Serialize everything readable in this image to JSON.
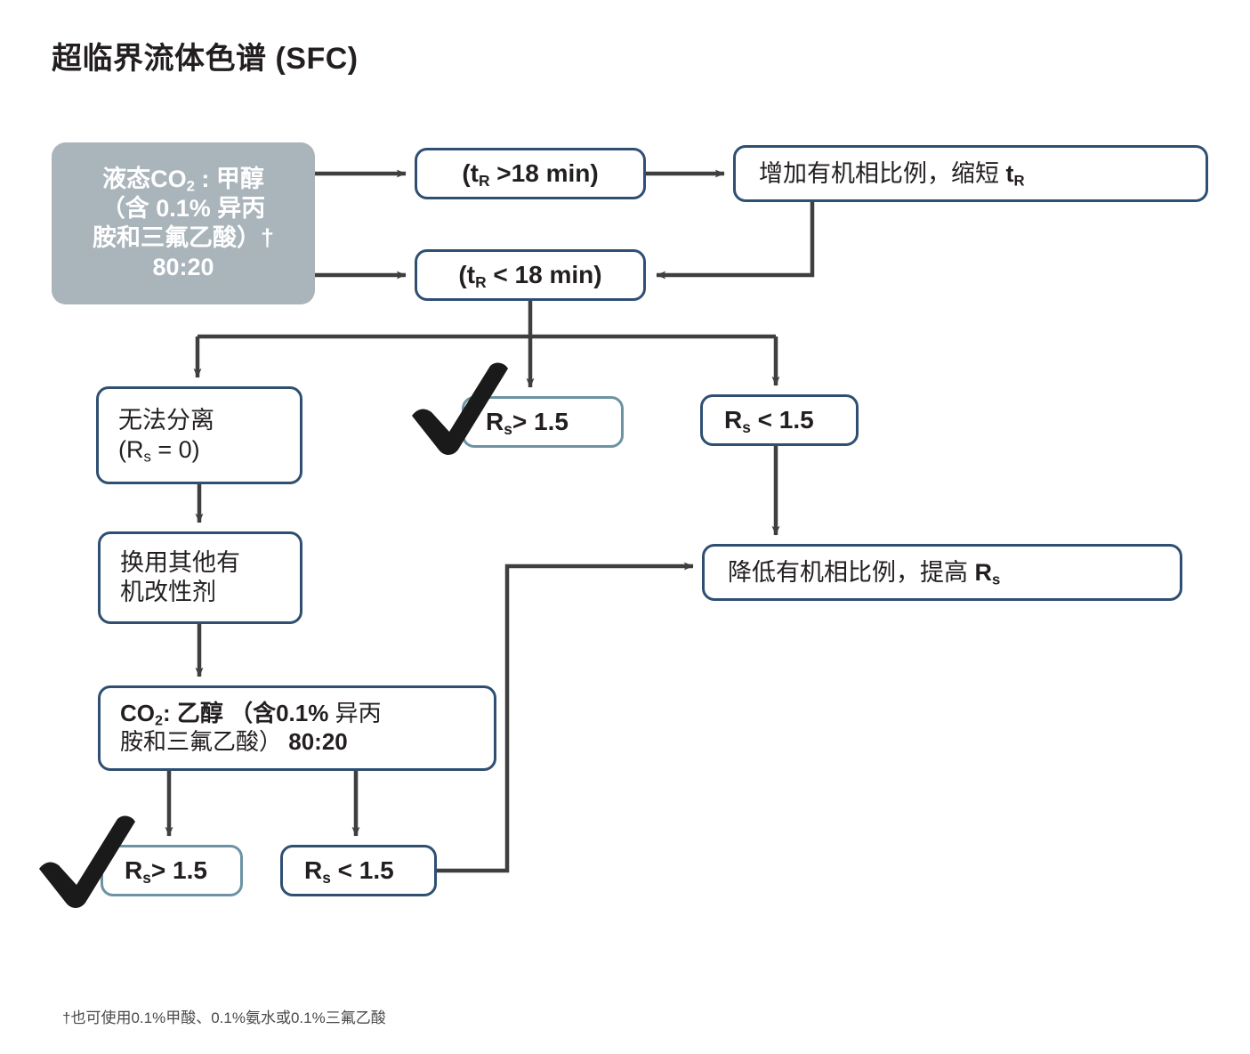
{
  "title": "超临界流体色谱 (SFC)",
  "footnote": "†也可使用0.1%甲酸、0.1%氨水或0.1%三氟乙酸",
  "colors": {
    "node_border": "#2f4f72",
    "node_border_alt": "#6d93a3",
    "start_fill": "#aab4bb",
    "connector": "#3f3f3f",
    "text": "#231f20"
  },
  "nodes": {
    "start": {
      "line1": "液态CO2 : 甲醇",
      "line2": "（含 0.1% 异丙",
      "line3": "胺和三氟乙酸）†",
      "line4": "80:20"
    },
    "tr_gt": "(tR >18 min)",
    "tr_lt": "(tR < 18 min)",
    "increase": "增加有机相比例，缩短 tR",
    "no_separation": {
      "line1": "无法分离",
      "line2": "(Rs = 0)"
    },
    "rs_gt_top": "Rs > 1.5",
    "rs_lt_top": "Rs < 1.5",
    "decrease": "降低有机相比例，提高 Rs",
    "switch_modifier": {
      "line1": "换用其他有",
      "line2": "机改性剂"
    },
    "co2_ethanol": {
      "line1": "CO2 : 乙醇 （含0.1% 异丙",
      "line2": "胺和三氟乙酸） 80:20"
    },
    "rs_gt_bottom": "Rs > 1.5",
    "rs_lt_bottom": "Rs < 1.5"
  },
  "markers": {
    "check_top": "checkmark",
    "check_bottom": "checkmark"
  }
}
